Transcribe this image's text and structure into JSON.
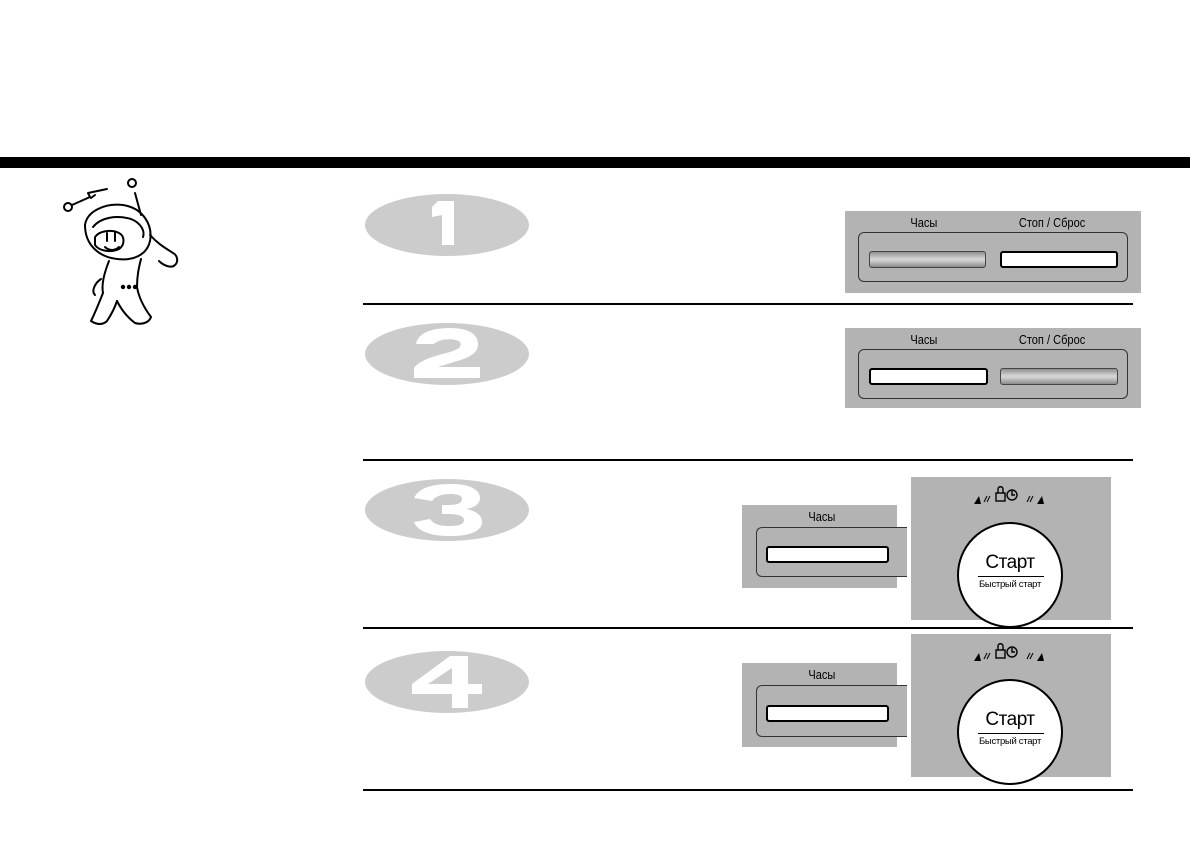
{
  "steps": [
    {
      "number": "1",
      "panel": {
        "left_label": "Часы",
        "right_label": "Стоп / Сброс",
        "left_state": "normal",
        "right_state": "highlighted"
      }
    },
    {
      "number": "2",
      "panel": {
        "left_label": "Часы",
        "right_label": "Стоп / Сброс",
        "left_state": "highlighted",
        "right_state": "normal"
      }
    },
    {
      "number": "3",
      "clock_label": "Часы",
      "start": {
        "main_label": "Старт",
        "sub_label": "Быстрый старт"
      }
    },
    {
      "number": "4",
      "clock_label": "Часы",
      "start": {
        "main_label": "Старт",
        "sub_label": "Быстрый старт"
      }
    }
  ],
  "icons": {
    "mascot": "robot-mascot-icon",
    "step_badge": "step-number-icon",
    "lock": "lock-icon",
    "clock": "clock-icon",
    "arrow": "triangle-arrow-icon"
  },
  "colors": {
    "panel_bg": "#b3b3b3",
    "step_badge": "#cccccc",
    "bar": "#000000"
  }
}
